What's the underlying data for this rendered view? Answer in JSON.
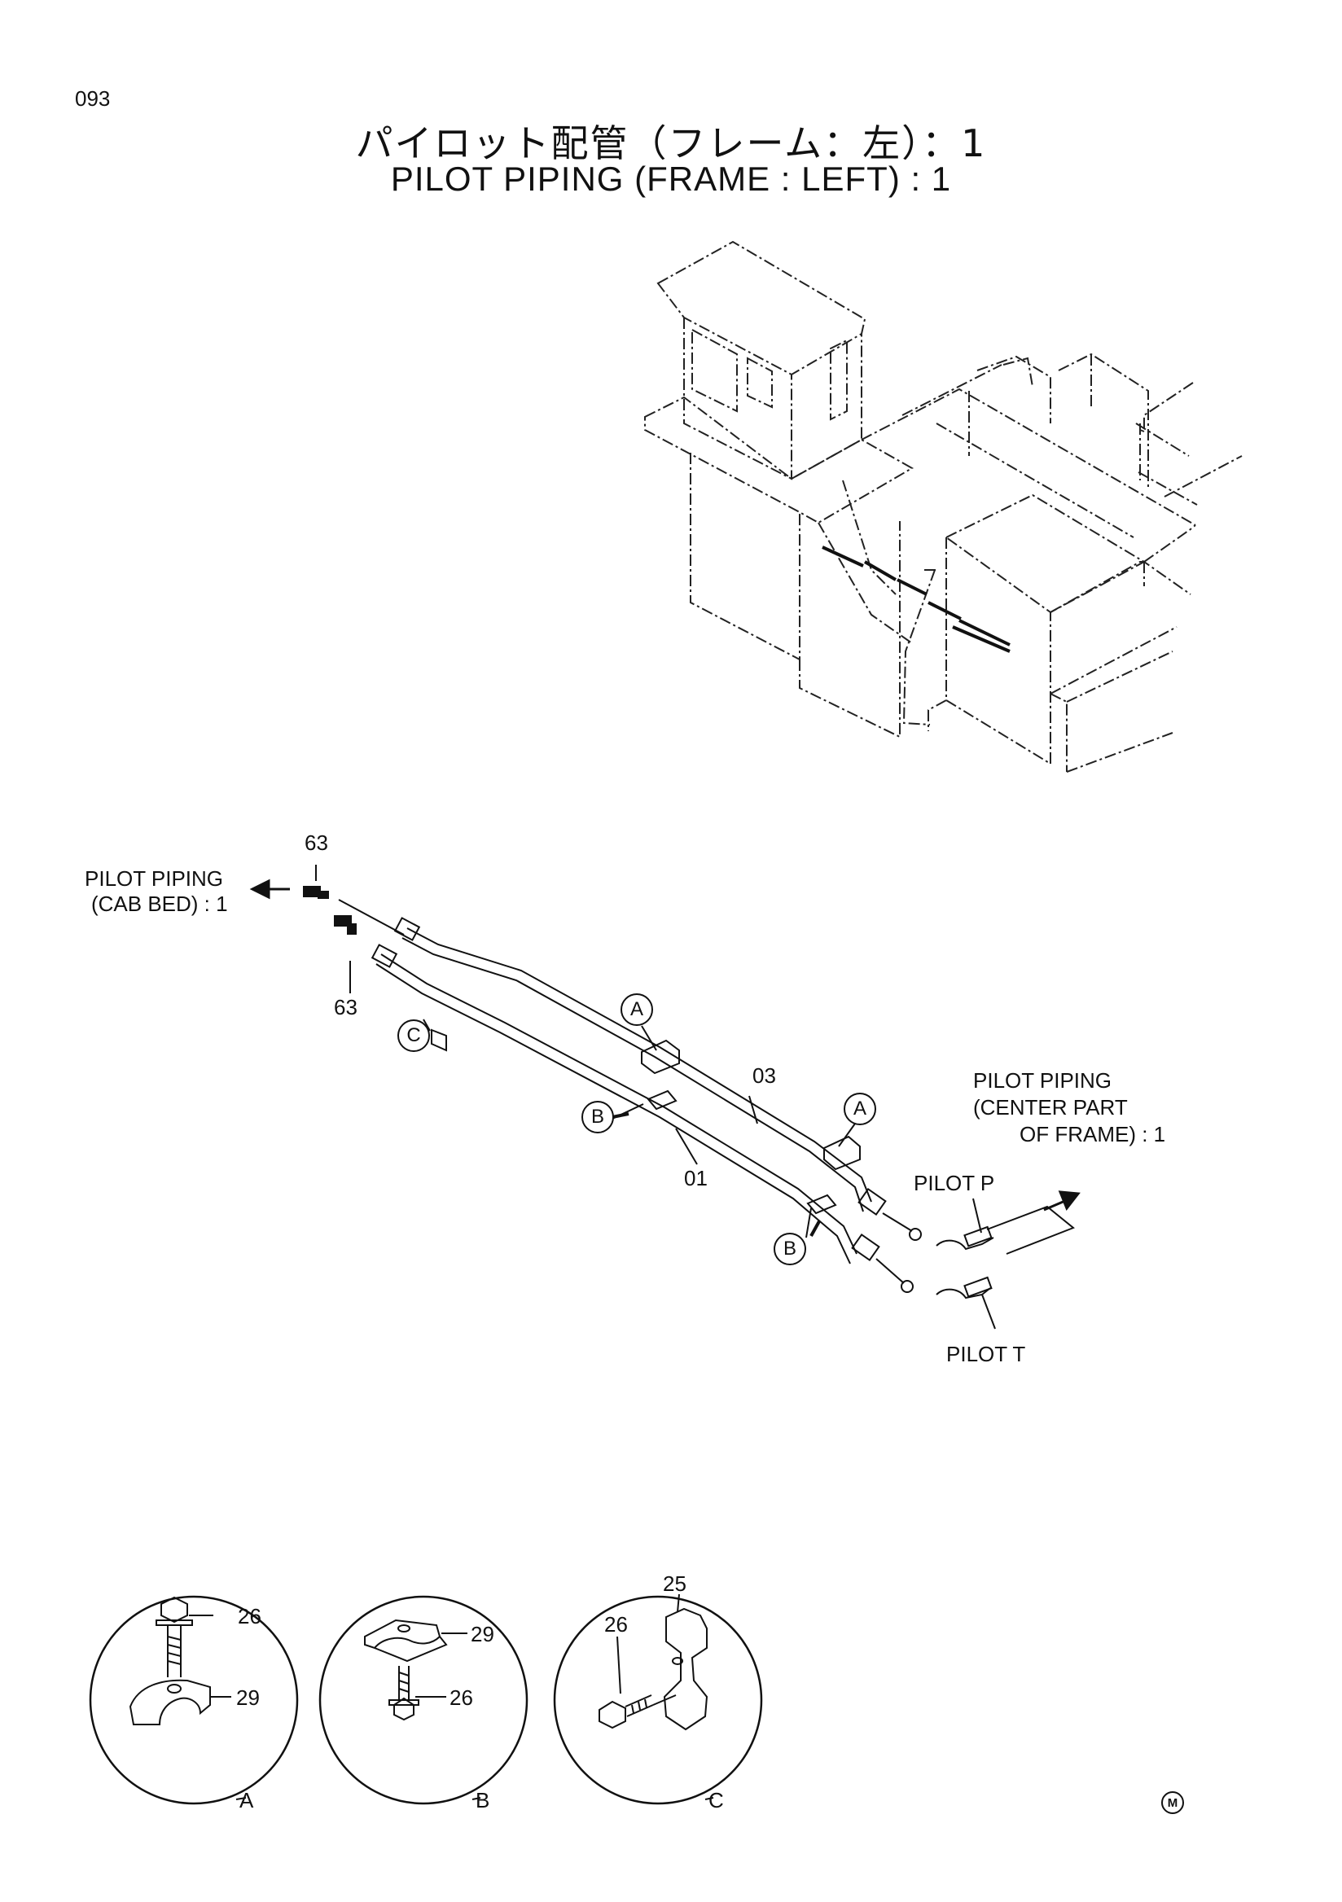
{
  "page_number": "093",
  "title_jp": "パイロット配管（フレーム：左）：1",
  "title_en": "PILOT PIPING (FRAME : LEFT) : 1",
  "labels": {
    "pilot_cab_bed_1": "PILOT PIPING",
    "pilot_cab_bed_2": "(CAB BED) : 1",
    "pilot_center_1": "PILOT PIPING",
    "pilot_center_2": "(CENTER PART",
    "pilot_center_3": "OF FRAME) : 1",
    "pilot_p": "PILOT  P",
    "pilot_t": "PILOT  T"
  },
  "part_numbers": {
    "p63_top": "63",
    "p63_bottom": "63",
    "p03": "03",
    "p01": "01",
    "detA_26": "26",
    "detA_29": "29",
    "detB_29": "29",
    "detB_26": "26",
    "detC_25": "25",
    "detC_26": "26"
  },
  "callouts": {
    "a1": "A",
    "a2": "A",
    "b1": "B",
    "b2": "B",
    "c1": "C"
  },
  "details": {
    "a": "A",
    "b": "B",
    "c": "C"
  },
  "mark": "M"
}
